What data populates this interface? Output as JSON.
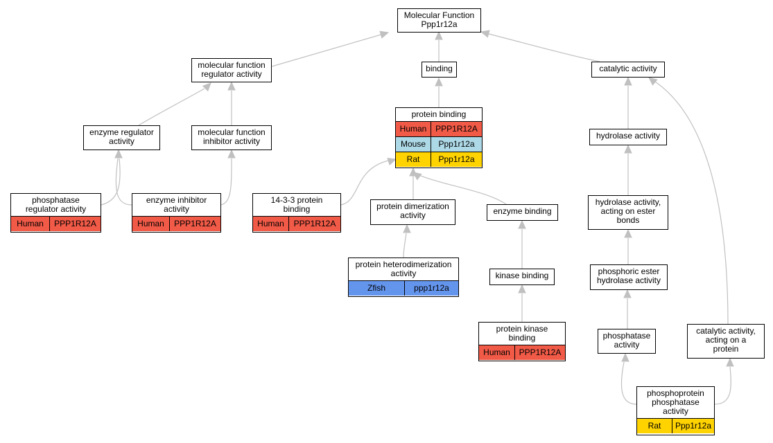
{
  "colors": {
    "human": "#f15a47",
    "mouse": "#add8e6",
    "rat": "#ffd300",
    "zfish": "#6495ed",
    "edge": "#c0c0c0"
  },
  "nodes": {
    "root": {
      "title": "Molecular Function\nPpp1r12a"
    },
    "mfra": {
      "title": "molecular function\nregulator activity"
    },
    "binding": {
      "title": "binding"
    },
    "catalytic": {
      "title": "catalytic activity"
    },
    "protein_binding": {
      "title": "protein binding",
      "rows": [
        {
          "species": "Human",
          "gene": "PPP1R12A",
          "color": "human"
        },
        {
          "species": "Mouse",
          "gene": "Ppp1r12a",
          "color": "mouse"
        },
        {
          "species": "Rat",
          "gene": "Ppp1r12a",
          "color": "rat"
        }
      ]
    },
    "enzyme_regulator": {
      "title": "enzyme regulator\nactivity"
    },
    "mf_inhibitor": {
      "title": "molecular function\ninhibitor activity"
    },
    "hydrolase": {
      "title": "hydrolase activity"
    },
    "phosphatase_regulator": {
      "title": "phosphatase\nregulator activity",
      "rows": [
        {
          "species": "Human",
          "gene": "PPP1R12A",
          "color": "human"
        }
      ]
    },
    "enzyme_inhibitor": {
      "title": "enzyme inhibitor\nactivity",
      "rows": [
        {
          "species": "Human",
          "gene": "PPP1R12A",
          "color": "human"
        }
      ]
    },
    "binding_1433": {
      "title": "14-3-3 protein\nbinding",
      "rows": [
        {
          "species": "Human",
          "gene": "PPP1R12A",
          "color": "human"
        }
      ]
    },
    "dimerization": {
      "title": "protein dimerization\nactivity"
    },
    "enzyme_binding": {
      "title": "enzyme binding"
    },
    "hydrolase_ester": {
      "title": "hydrolase activity,\nacting on ester\nbonds"
    },
    "heterodimerization": {
      "title": "protein heterodimerization\nactivity",
      "rows": [
        {
          "species": "Zfish",
          "gene": "ppp1r12a",
          "color": "zfish"
        }
      ]
    },
    "kinase_binding": {
      "title": "kinase binding"
    },
    "phosphoric_ester": {
      "title": "phosphoric ester\nhydrolase activity"
    },
    "protein_kinase_binding": {
      "title": "protein kinase\nbinding",
      "rows": [
        {
          "species": "Human",
          "gene": "PPP1R12A",
          "color": "human"
        }
      ]
    },
    "phosphatase": {
      "title": "phosphatase\nactivity"
    },
    "catalytic_protein": {
      "title": "catalytic activity,\nacting on a\nprotein"
    },
    "phosphoprotein_phosphatase": {
      "title": "phosphoprotein\nphosphatase\nactivity",
      "rows": [
        {
          "species": "Rat",
          "gene": "Ppp1r12a",
          "color": "rat"
        }
      ]
    }
  },
  "edges": [
    [
      "mfra",
      "root"
    ],
    [
      "binding",
      "root"
    ],
    [
      "catalytic",
      "root"
    ],
    [
      "protein_binding",
      "binding"
    ],
    [
      "enzyme_regulator",
      "mfra"
    ],
    [
      "mf_inhibitor",
      "mfra"
    ],
    [
      "hydrolase",
      "catalytic"
    ],
    [
      "phosphatase_regulator",
      "enzyme_regulator"
    ],
    [
      "enzyme_inhibitor",
      "enzyme_regulator"
    ],
    [
      "enzyme_inhibitor",
      "mf_inhibitor"
    ],
    [
      "binding_1433",
      "protein_binding"
    ],
    [
      "dimerization",
      "protein_binding"
    ],
    [
      "enzyme_binding",
      "protein_binding"
    ],
    [
      "hydrolase_ester",
      "hydrolase"
    ],
    [
      "heterodimerization",
      "dimerization"
    ],
    [
      "kinase_binding",
      "enzyme_binding"
    ],
    [
      "protein_kinase_binding",
      "kinase_binding"
    ],
    [
      "phosphoric_ester",
      "hydrolase_ester"
    ],
    [
      "phosphatase",
      "phosphoric_ester"
    ],
    [
      "catalytic_protein",
      "catalytic"
    ],
    [
      "phosphoprotein_phosphatase",
      "phosphatase"
    ],
    [
      "phosphoprotein_phosphatase",
      "catalytic_protein"
    ]
  ]
}
